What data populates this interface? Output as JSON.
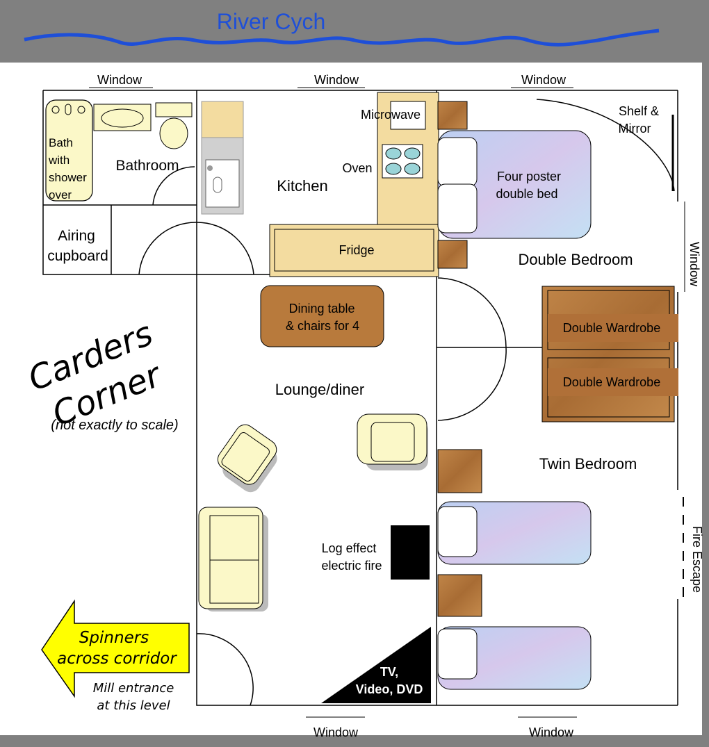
{
  "river": {
    "label": "River Cych"
  },
  "windows": {
    "top_left": "Window",
    "top_middle": "Window",
    "top_right": "Window",
    "right_side": "Window",
    "bottom_middle": "Window",
    "bottom_right": "Window"
  },
  "rooms": {
    "bathroom": "Bathroom",
    "bath_line1": "Bath",
    "bath_line2": "with",
    "bath_line3": "shower",
    "bath_line4": "over",
    "airing_line1": "Airing",
    "airing_line2": "cupboard",
    "kitchen": "Kitchen",
    "microwave": "Microwave",
    "oven": "Oven",
    "fridge": "Fridge",
    "double_bedroom": "Double Bedroom",
    "bed_line1": "Four poster",
    "bed_line2": "double bed",
    "shelf_line1": "Shelf &",
    "shelf_line2": "Mirror",
    "dining_line1": "Dining table",
    "dining_line2": "& chairs for 4",
    "lounge": "Lounge/diner",
    "wardrobe_1": "Double Wardrobe",
    "wardrobe_2": "Double Wardrobe",
    "twin_bedroom": "Twin Bedroom",
    "fire_line1": "Log effect",
    "fire_line2": "electric fire",
    "tv_line1": "TV,",
    "tv_line2": "Video, DVD",
    "fire_escape": "Fire Escape"
  },
  "title": {
    "line1": "Carders",
    "line2": "Corner",
    "note": "(not exactly to scale)"
  },
  "arrow": {
    "line1": "Spinners",
    "line2": "across corridor"
  },
  "entrance": {
    "line1": "Mill entrance",
    "line2": "at this level"
  },
  "colors": {
    "river": "#1e4fd8",
    "band": "#808080",
    "arrow": "#ffff00",
    "wood": "#b87a3c",
    "counter": "#f3dca0",
    "bed": "#c8d8f0",
    "chair": "#fbf8c8"
  }
}
